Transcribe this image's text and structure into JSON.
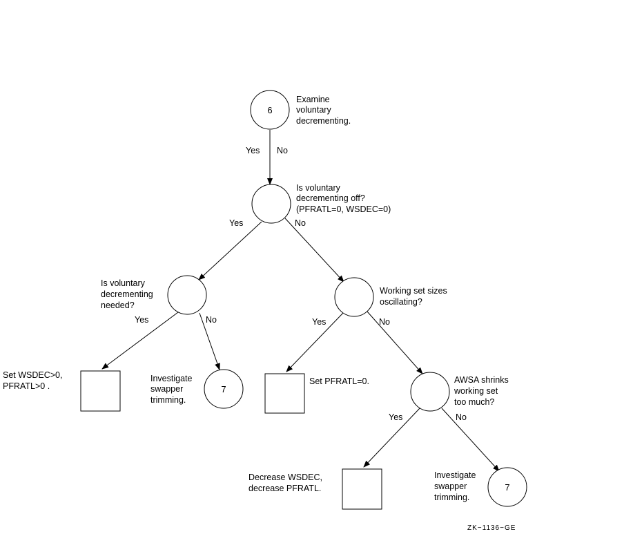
{
  "nodes": {
    "n6": {
      "number": "6",
      "text": [
        "Examine",
        "voluntary",
        "decrementing."
      ]
    },
    "q_off": {
      "text": [
        "Is voluntary",
        "decrementing off?",
        "(PFRATL=0, WSDEC=0)"
      ]
    },
    "q_needed": {
      "text": [
        "Is voluntary",
        "decrementing",
        "needed?"
      ]
    },
    "q_osc": {
      "text": [
        "Working set sizes",
        "oscillating?"
      ]
    },
    "a_set_wsdec": {
      "text": [
        "Set WSDEC>0,",
        "PFRATL>0 ."
      ]
    },
    "n7_left": {
      "number": "7",
      "text": [
        "Investigate",
        "swapper",
        "trimming."
      ]
    },
    "a_set_pfratl": {
      "text": [
        "Set PFRATL=0."
      ]
    },
    "q_awsa": {
      "text": [
        "AWSA shrinks",
        "working set",
        "too much?"
      ]
    },
    "a_decrease": {
      "text": [
        "Decrease WSDEC,",
        "decrease PFRATL."
      ]
    },
    "n7_right": {
      "number": "7",
      "text": [
        "Investigate",
        "swapper",
        "trimming."
      ]
    }
  },
  "edges": {
    "e1_yes": "Yes",
    "e1_no": "No",
    "e2_yes": "Yes",
    "e2_no": "No",
    "e3_yes": "Yes",
    "e3_no": "No",
    "e4_yes": "Yes",
    "e4_no": "No",
    "e5_yes": "Yes",
    "e5_no": "No"
  },
  "figure_code": "ZK−1136−GE"
}
